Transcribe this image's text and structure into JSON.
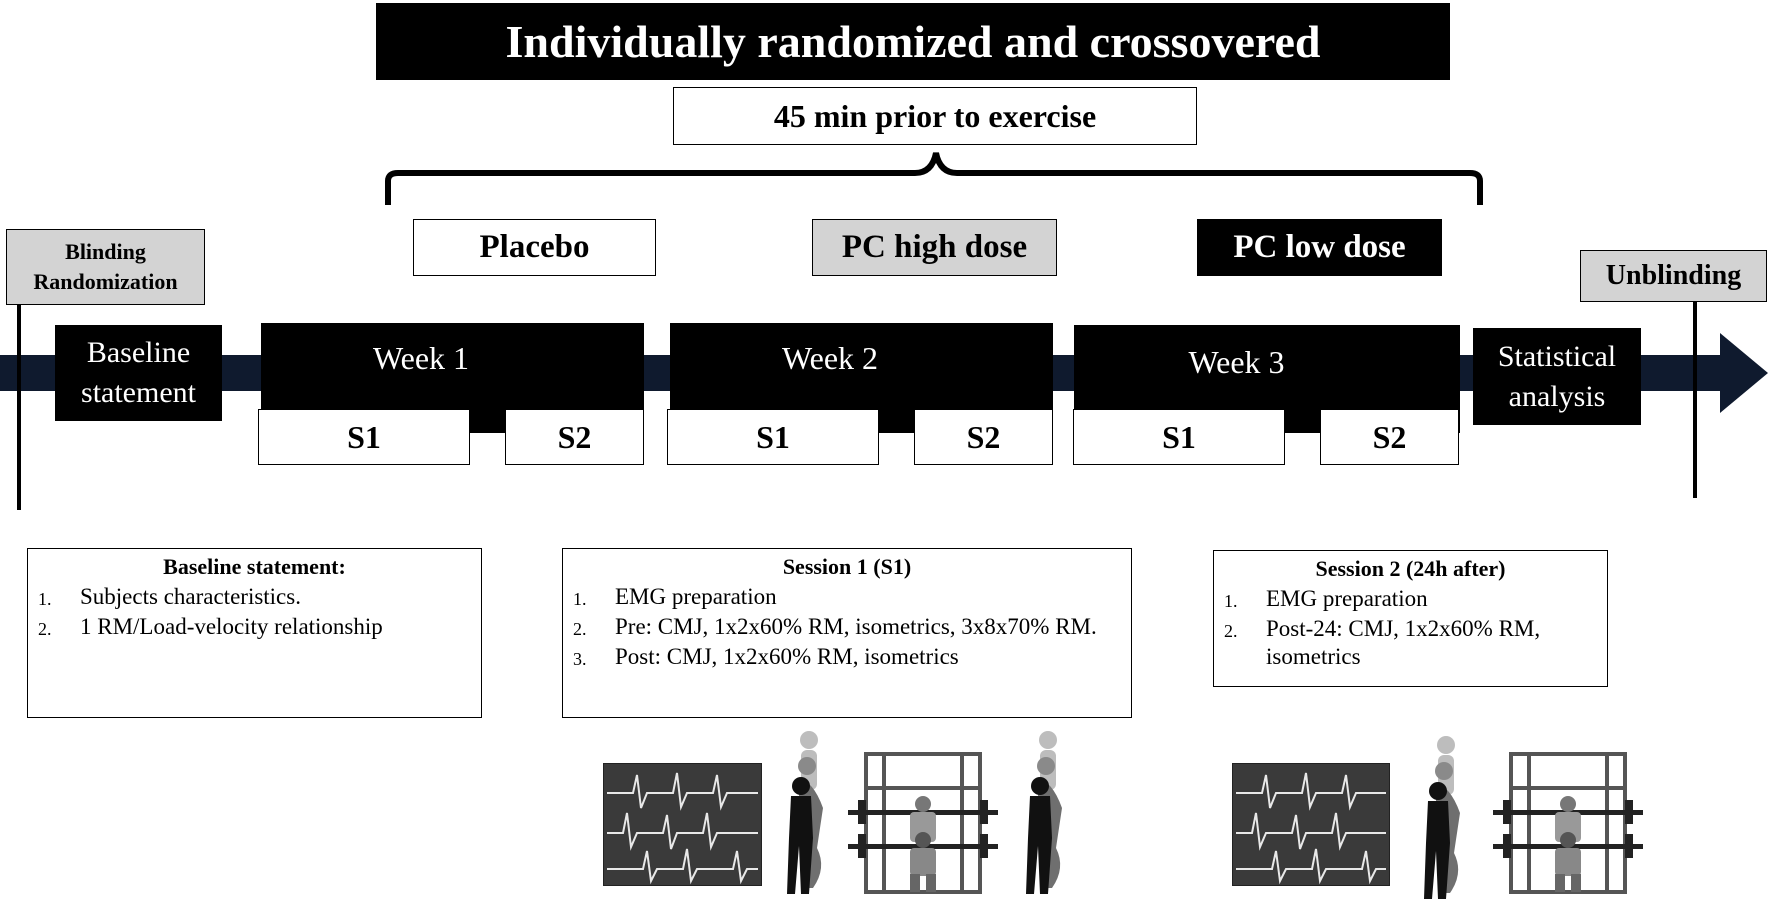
{
  "title": "Individually randomized and crossovered",
  "timing": "45 min prior to exercise",
  "start_marker": {
    "line1": "Blinding",
    "line2": "Randomization"
  },
  "end_marker": "Unblinding",
  "treatments": [
    "Placebo",
    "PC high dose",
    "PC low dose"
  ],
  "baseline": {
    "line1": "Baseline",
    "line2": "statement"
  },
  "weeks": [
    {
      "label": "Week 1",
      "sessions": [
        "S1",
        "S2"
      ]
    },
    {
      "label": "Week 2",
      "sessions": [
        "S1",
        "S2"
      ]
    },
    {
      "label": "Week 3",
      "sessions": [
        "S1",
        "S2"
      ]
    }
  ],
  "analysis": {
    "line1": "Statistical",
    "line2": "analysis"
  },
  "panels": {
    "baseline": {
      "title": "Baseline statement:",
      "items": [
        {
          "num": "1.",
          "text": "Subjects characteristics."
        },
        {
          "num": "2.",
          "text": "1 RM/Load-velocity relationship"
        }
      ]
    },
    "session1": {
      "title": "Session 1 (S1)",
      "items": [
        {
          "num": "1.",
          "text": "EMG preparation"
        },
        {
          "num": "2.",
          "text": "Pre: CMJ, 1x2x60% RM, isometrics, 3x8x70% RM."
        },
        {
          "num": "3.",
          "text": "Post: CMJ, 1x2x60% RM, isometrics"
        }
      ]
    },
    "session2": {
      "title": "Session 2 (24h after)",
      "items": [
        {
          "num": "1.",
          "text": "EMG preparation"
        },
        {
          "num": "2.",
          "text": "Post-24: CMJ, 1x2x60% RM, isometrics"
        }
      ]
    }
  },
  "colors": {
    "accent_gray": "#d3d3d3",
    "arrow": "#0f1a2e",
    "black": "#000000"
  }
}
